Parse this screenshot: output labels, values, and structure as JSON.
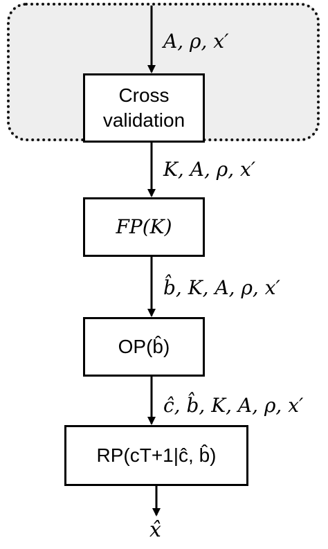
{
  "diagram": {
    "region": {
      "kind": "dotted-rounded-panel"
    },
    "steps": [
      {
        "id": "cross-validation",
        "line1": "Cross",
        "line2": "validation"
      },
      {
        "id": "fp",
        "label": "FP(K)"
      },
      {
        "id": "op",
        "label": "OP(b̂)"
      },
      {
        "id": "rp",
        "label": "RP(cT+1|ĉ, b̂)"
      }
    ],
    "edge_labels": {
      "input": "A, ρ, x′",
      "after_cv": "K, A, ρ, x′",
      "after_fp": "b̂, K, A,  ρ, x′",
      "after_op": "ĉ, b̂, K, A,  ρ, x′"
    },
    "output": "x̂"
  }
}
